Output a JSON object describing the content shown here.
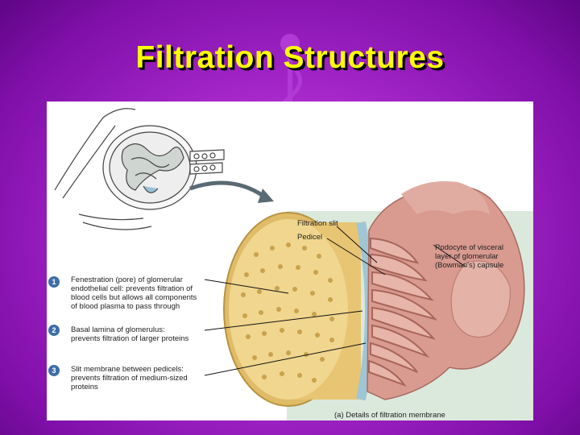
{
  "slide": {
    "title": "Filtration Structures"
  },
  "figure": {
    "top_labels": {
      "filtration_slit": "Filtration slit",
      "pedicel": "Pedicel",
      "podocyte": [
        "Podocyte of visceral",
        "layer of glomerular",
        "(Bowman's) capsule"
      ]
    },
    "numbered_labels": [
      {
        "number": "1",
        "lines": [
          "Fenestration (pore) of glomerular",
          "endothelial cell: prevents filtration of",
          "blood cells but allows all components",
          "of blood plasma to pass through"
        ]
      },
      {
        "number": "2",
        "lines": [
          "Basal lamina of glomerulus:",
          "prevents filtration of larger proteins"
        ]
      },
      {
        "number": "3",
        "lines": [
          "Slit membrane between pedicels:",
          "prevents filtration of medium-sized",
          "proteins"
        ]
      }
    ],
    "caption": "(a) Details of filtration membrane"
  },
  "colors": {
    "title": "#ffff00",
    "background": "#a426c8",
    "badge": "#3d6fa8"
  }
}
